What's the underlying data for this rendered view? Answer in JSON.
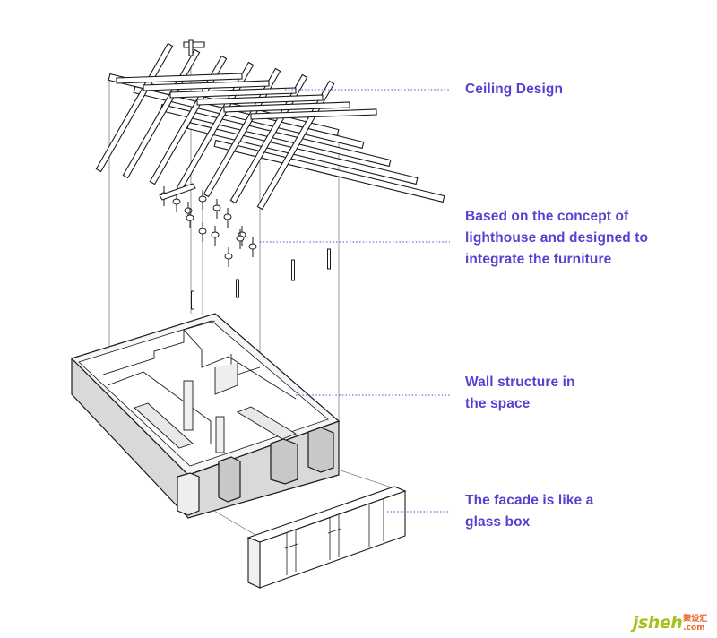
{
  "labels": {
    "ceiling": "Ceiling Design",
    "lighthouse": "Based on the concept of\nlighthouse and designed to\nintegrate the furniture",
    "wall": "Wall structure in\nthe space",
    "facade": "The facade is like a\nglass box"
  },
  "watermark": {
    "main": "jsheh",
    "cn": "聚设汇",
    "com": ".com"
  },
  "colors": {
    "label_text": "#5b3fd1",
    "leader_line": "#5b3fd1",
    "linework": "#1a1a1a",
    "wall_shade": "#d9d9d9",
    "logo_green": "#a6c11e",
    "logo_orange": "#e7642a"
  }
}
